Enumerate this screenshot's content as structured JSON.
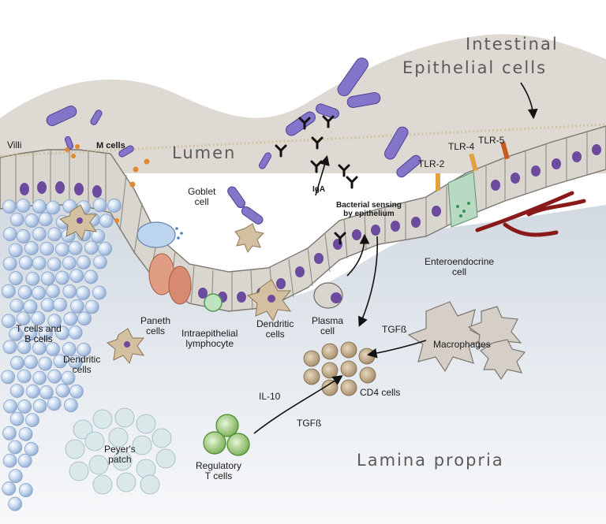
{
  "regions": {
    "lumen": "Lumen",
    "lamina_propria": "Lamina propria",
    "epithelial_title_line1": "Intestinal",
    "epithelial_title_line2": "Epithelial cells"
  },
  "labels": {
    "villi": "Villi",
    "m_cells": "M cells",
    "goblet_line1": "Goblet",
    "goblet_line2": "cell",
    "iga": "IgA",
    "bacterial_line1": "Bacterial sensing",
    "bacterial_line2": "by epithelium",
    "tlr2": "TLR-2",
    "tlr4": "TLR-4",
    "tlr5": "TLR-5",
    "entero_line1": "Enteroendocrine",
    "entero_line2": "cell",
    "paneth_line1": "Paneth",
    "paneth_line2": "cells",
    "intraepithelial_line1": "Intraepithelial",
    "intraepithelial_line2": "lymphocyte",
    "dendritic_mid_line1": "Dendritic",
    "dendritic_mid_line2": "cells",
    "plasma_line1": "Plasma",
    "plasma_line2": "cell",
    "tgfb_top": "TGFß",
    "macrophages": "Macrophages",
    "tcells_line1": "T cells and",
    "tcells_line2": "B cells",
    "dendritic_left_line1": "Dendritic",
    "dendritic_left_line2": "cells",
    "cd4": "CD4 cells",
    "il10": "IL-10",
    "tgfb_bottom": "TGFß",
    "peyers_line1": "Peyer's",
    "peyers_line2": "patch",
    "regulatory_line1": "Regulatory",
    "regulatory_line2": "T cells"
  },
  "colors": {
    "bacteria": "#7f6fc4",
    "epithelium": "#d9d5cf",
    "nucleus": "#6c4a9e",
    "lymphocyte": "#bcd2ec",
    "cd4": "#b59e7c",
    "regulatory": "#8cc36a",
    "macrophage": "#cfc9c2",
    "blood_vessel": "#8a1a1a"
  }
}
